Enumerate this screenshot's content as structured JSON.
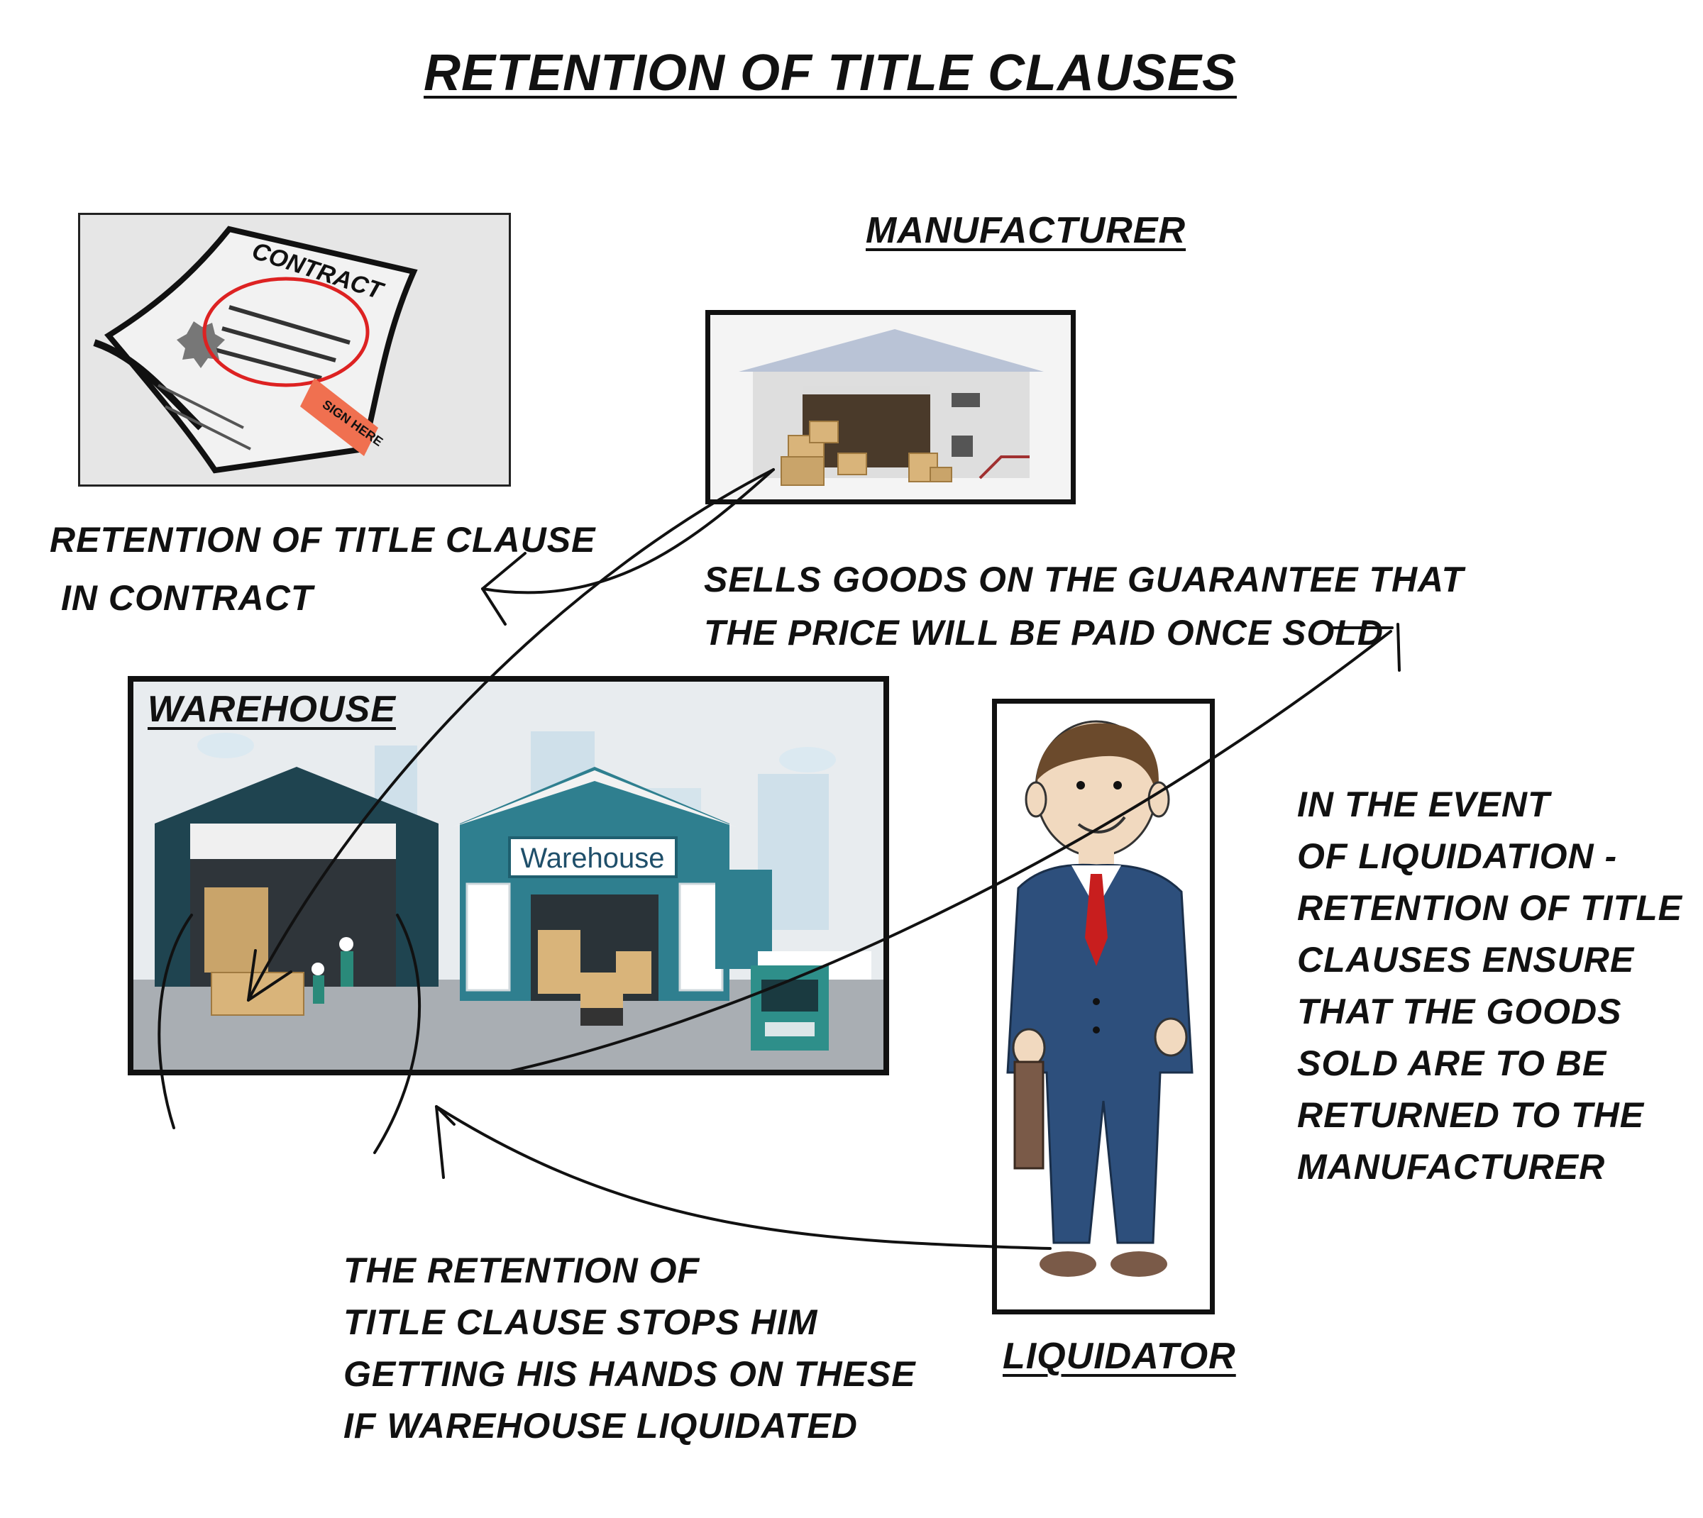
{
  "title": "RETENTION OF TITLE CLAUSES",
  "contract": {
    "doc_title": "CONTRACT",
    "sign_tag": "SIGN HERE",
    "caption_lines": [
      "RETENTION OF TITLE CLAUSE",
      "IN CONTRACT"
    ]
  },
  "manufacturer": {
    "heading": "MANUFACTURER",
    "caption_lines": [
      "SELLS GOODS ON THE GUARANTEE THAT",
      "THE PRICE WILL BE PAID ONCE SOLD"
    ]
  },
  "warehouse": {
    "heading": "WAREHOUSE",
    "sign": "Warehouse"
  },
  "liquidator": {
    "heading": "LIQUIDATOR",
    "note_lines": [
      "IN THE EVENT",
      "OF LIQUIDATION -",
      "RETENTION OF TITLE",
      "CLAUSES ENSURE",
      "THAT  THE  GOODS",
      "SOLD ARE TO BE",
      "RETURNED TO THE",
      "MANUFACTURER"
    ]
  },
  "bottom_note_lines": [
    "THE RETENTION OF",
    "TITLE CLAUSE STOPS HIM",
    "GETTING HIS HANDS ON THESE",
    "IF WAREHOUSE LIQUIDATED"
  ],
  "colors": {
    "suit": "#2d4f7c",
    "tie": "#c81e1e",
    "warehouse_teal": "#2f7f8f",
    "box_brown": "#d9b47a",
    "sign_tag": "#f07050"
  }
}
